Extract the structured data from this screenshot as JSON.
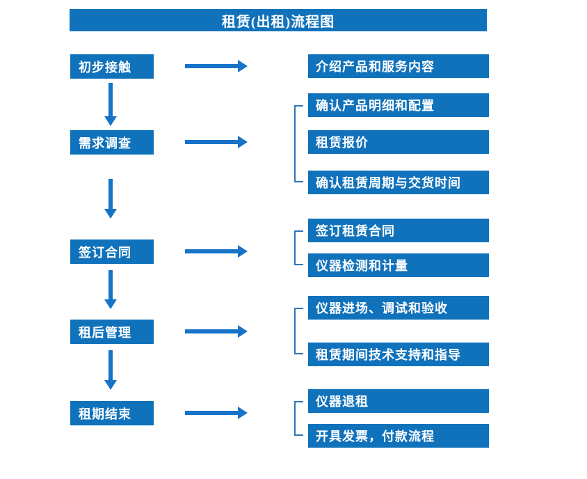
{
  "title": "租赁(出租)流程图",
  "colors": {
    "box_fill": "#1172BC",
    "arrow": "#1673C8",
    "bracket": "#2E75B6",
    "text": "#FFFFFF",
    "background": "#FFFFFF"
  },
  "steps": [
    {
      "label": "初步接触",
      "details": [
        "介绍产品和服务内容"
      ]
    },
    {
      "label": "需求调查",
      "details": [
        "确认产品明细和配置",
        "租赁报价",
        "确认租赁周期与交货时间"
      ]
    },
    {
      "label": "签订合同",
      "details": [
        "签订租赁合同",
        "仪器检测和计量"
      ]
    },
    {
      "label": "租后管理",
      "details": [
        "仪器进场、调试和验收",
        "租赁期间技术支持和指导"
      ]
    },
    {
      "label": "租期结束",
      "details": [
        "仪器退租",
        "开具发票，付款流程"
      ]
    }
  ]
}
